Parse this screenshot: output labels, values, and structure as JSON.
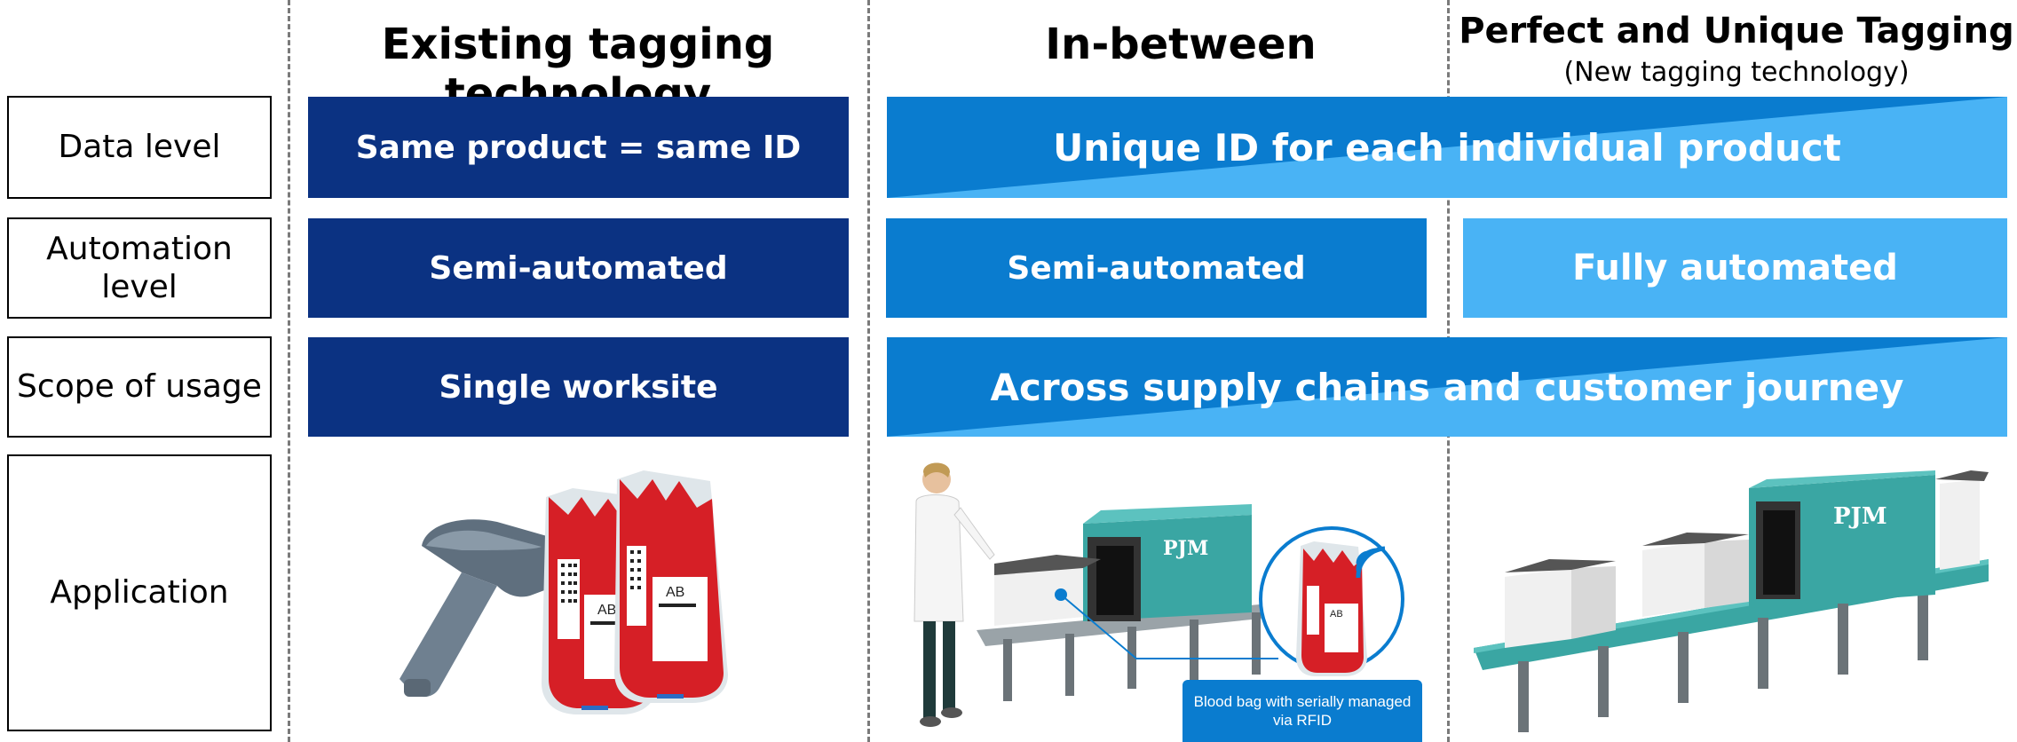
{
  "columns": {
    "existing": {
      "title": "Existing tagging technology"
    },
    "between": {
      "title": "In-between"
    },
    "perfect": {
      "title": "Perfect and Unique Tagging",
      "subtitle": "(New tagging technology)"
    }
  },
  "rows": [
    {
      "label": "Data level"
    },
    {
      "label": "Automation level"
    },
    {
      "label": "Scope of usage"
    },
    {
      "label": "Application"
    }
  ],
  "cells": {
    "data_existing": "Same product = same ID",
    "data_new": "Unique ID for each individual product",
    "automation_existing": "Semi-automated",
    "automation_between": "Semi-automated",
    "automation_perfect": "Fully automated",
    "scope_existing": "Single worksite",
    "scope_new": "Across supply chains and customer journey"
  },
  "illustrations": {
    "scanner_icon": "barcode-scanner-icon",
    "blood_bag_icon": "blood-bag-icon",
    "blood_type": "AB",
    "machine_brand": "PJM",
    "rfid_caption": "Blood bag with serially managed via RFID"
  },
  "colors": {
    "existing": "#0b3282",
    "between": "#0a7ccf",
    "perfect": "#49b3f5"
  }
}
